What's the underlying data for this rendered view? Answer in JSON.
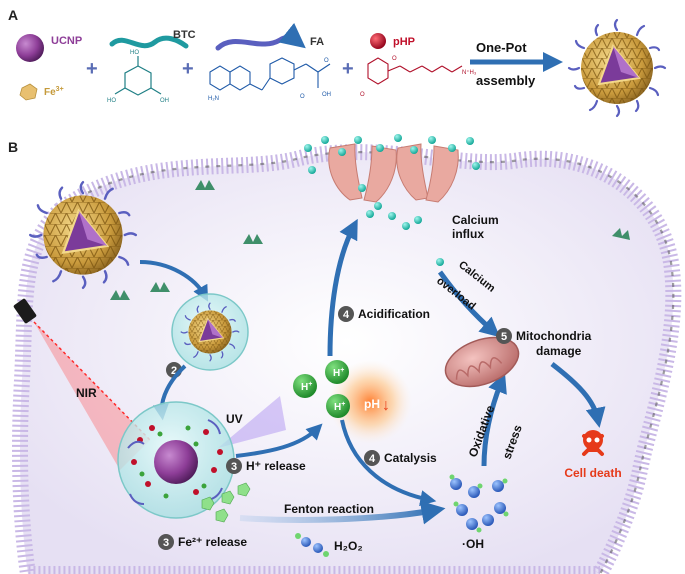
{
  "panel_a": {
    "label": "A",
    "ucnp": "UCNP",
    "fe": "Fe",
    "fe_sup": "3+",
    "btc": "BTC",
    "fa": "FA",
    "php": "pHP",
    "plus": "+",
    "onepot": "One-Pot",
    "assembly": "assembly"
  },
  "panel_b": {
    "label": "B",
    "calcium_influx_1": "Calcium",
    "calcium_influx_2": "influx",
    "calcium_overload_1": "Calcium",
    "calcium_overload_2": "overload",
    "step4_acid_num": "4",
    "step4_acid": "Acidification",
    "step5_num": "5",
    "step5_1": "Mitochondria",
    "step5_2": "damage",
    "step2_num": "2",
    "nir": "NIR",
    "uv": "UV",
    "h_plus": "H",
    "h_sup": "+",
    "ph": "pH",
    "ph_arrow": "↓",
    "step4_cat_num": "4",
    "step4_cat": "Catalysis",
    "step3_h_num": "3",
    "step3_h": "H⁺ release",
    "oxidative": "Oxidative",
    "stress": "stress",
    "cell_death": "Cell death",
    "fenton": "Fenton reaction",
    "step3_fe_num": "3",
    "step3_fe": "Fe²⁺ release",
    "h2o2": "H₂O₂",
    "oh": "·OH"
  },
  "colors": {
    "ucnp": "#8e3e98",
    "btc": "#1f9aa0",
    "fa": "#5a5fbf",
    "php": "#c0102a",
    "fe": "#e8c070",
    "membrane": "#c9b8e6",
    "arrow": "#2f6fb3",
    "calcium": "#2ec9b7",
    "h_ion": "#3ba33b",
    "cell_death": "#e63a1a"
  }
}
